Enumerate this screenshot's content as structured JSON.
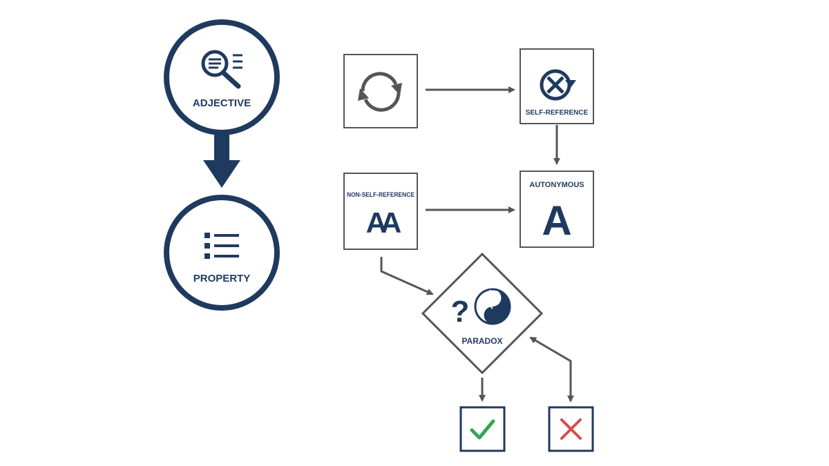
{
  "colors": {
    "navy": "#1f3a5f",
    "gray": "#555555",
    "check": "#2fa84f",
    "cross": "#d84a4a"
  },
  "nodes": {
    "adjective": {
      "label": "ADJECTIVE",
      "icon": "magnifier-document-icon"
    },
    "property": {
      "label": "PROPERTY",
      "icon": "list-icon"
    },
    "cycle": {
      "icon": "refresh-cycle-icon"
    },
    "self_reference": {
      "label": "SELF-REFERENCE",
      "icon": "crossed-circle-arrow-icon"
    },
    "non_self_reference": {
      "label": "NON-SELF-REFERENCE",
      "glyph": "AA"
    },
    "autonymous": {
      "label": "AUTONYMOUS",
      "glyph": "A"
    },
    "paradox": {
      "label": "PARADOX",
      "glyph": "?",
      "icon": "yin-yang-icon"
    },
    "true_outcome": {
      "icon": "check-icon"
    },
    "false_outcome": {
      "icon": "cross-icon"
    }
  }
}
